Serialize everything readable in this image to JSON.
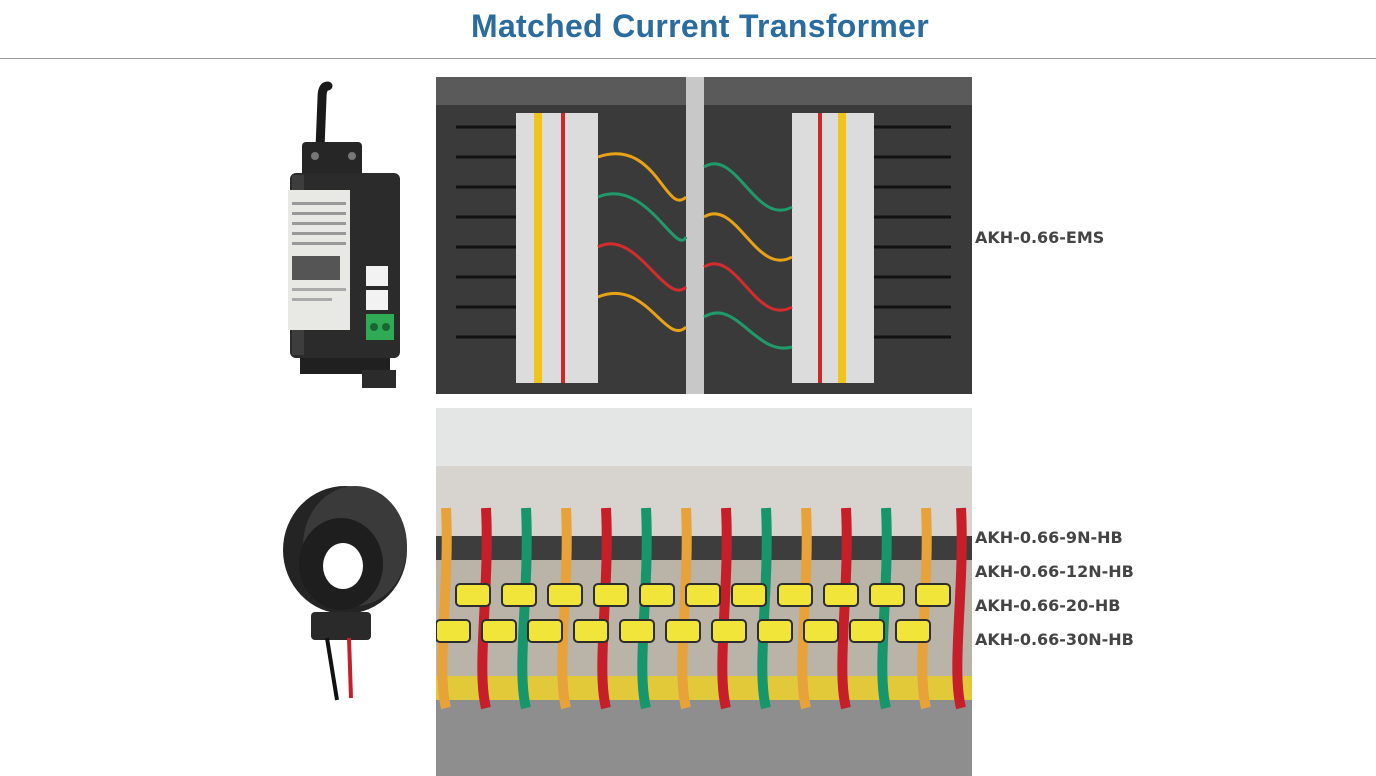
{
  "page": {
    "title": "Matched Current Transformer"
  },
  "rows": [
    {
      "product_image_icon": "din-rail-transformer-icon",
      "scene_image_icon": "distribution-cabinet-wiring-photo",
      "models": [
        "AKH-0.66-EMS"
      ]
    },
    {
      "product_image_icon": "round-current-transformer-icon",
      "scene_image_icon": "breaker-terminal-wiring-photo",
      "models": [
        "AKH-0.66-9N-HB",
        "AKH-0.66-12N-HB",
        "AKH-0.66-20-HB",
        "AKH-0.66-30N-HB"
      ]
    }
  ]
}
